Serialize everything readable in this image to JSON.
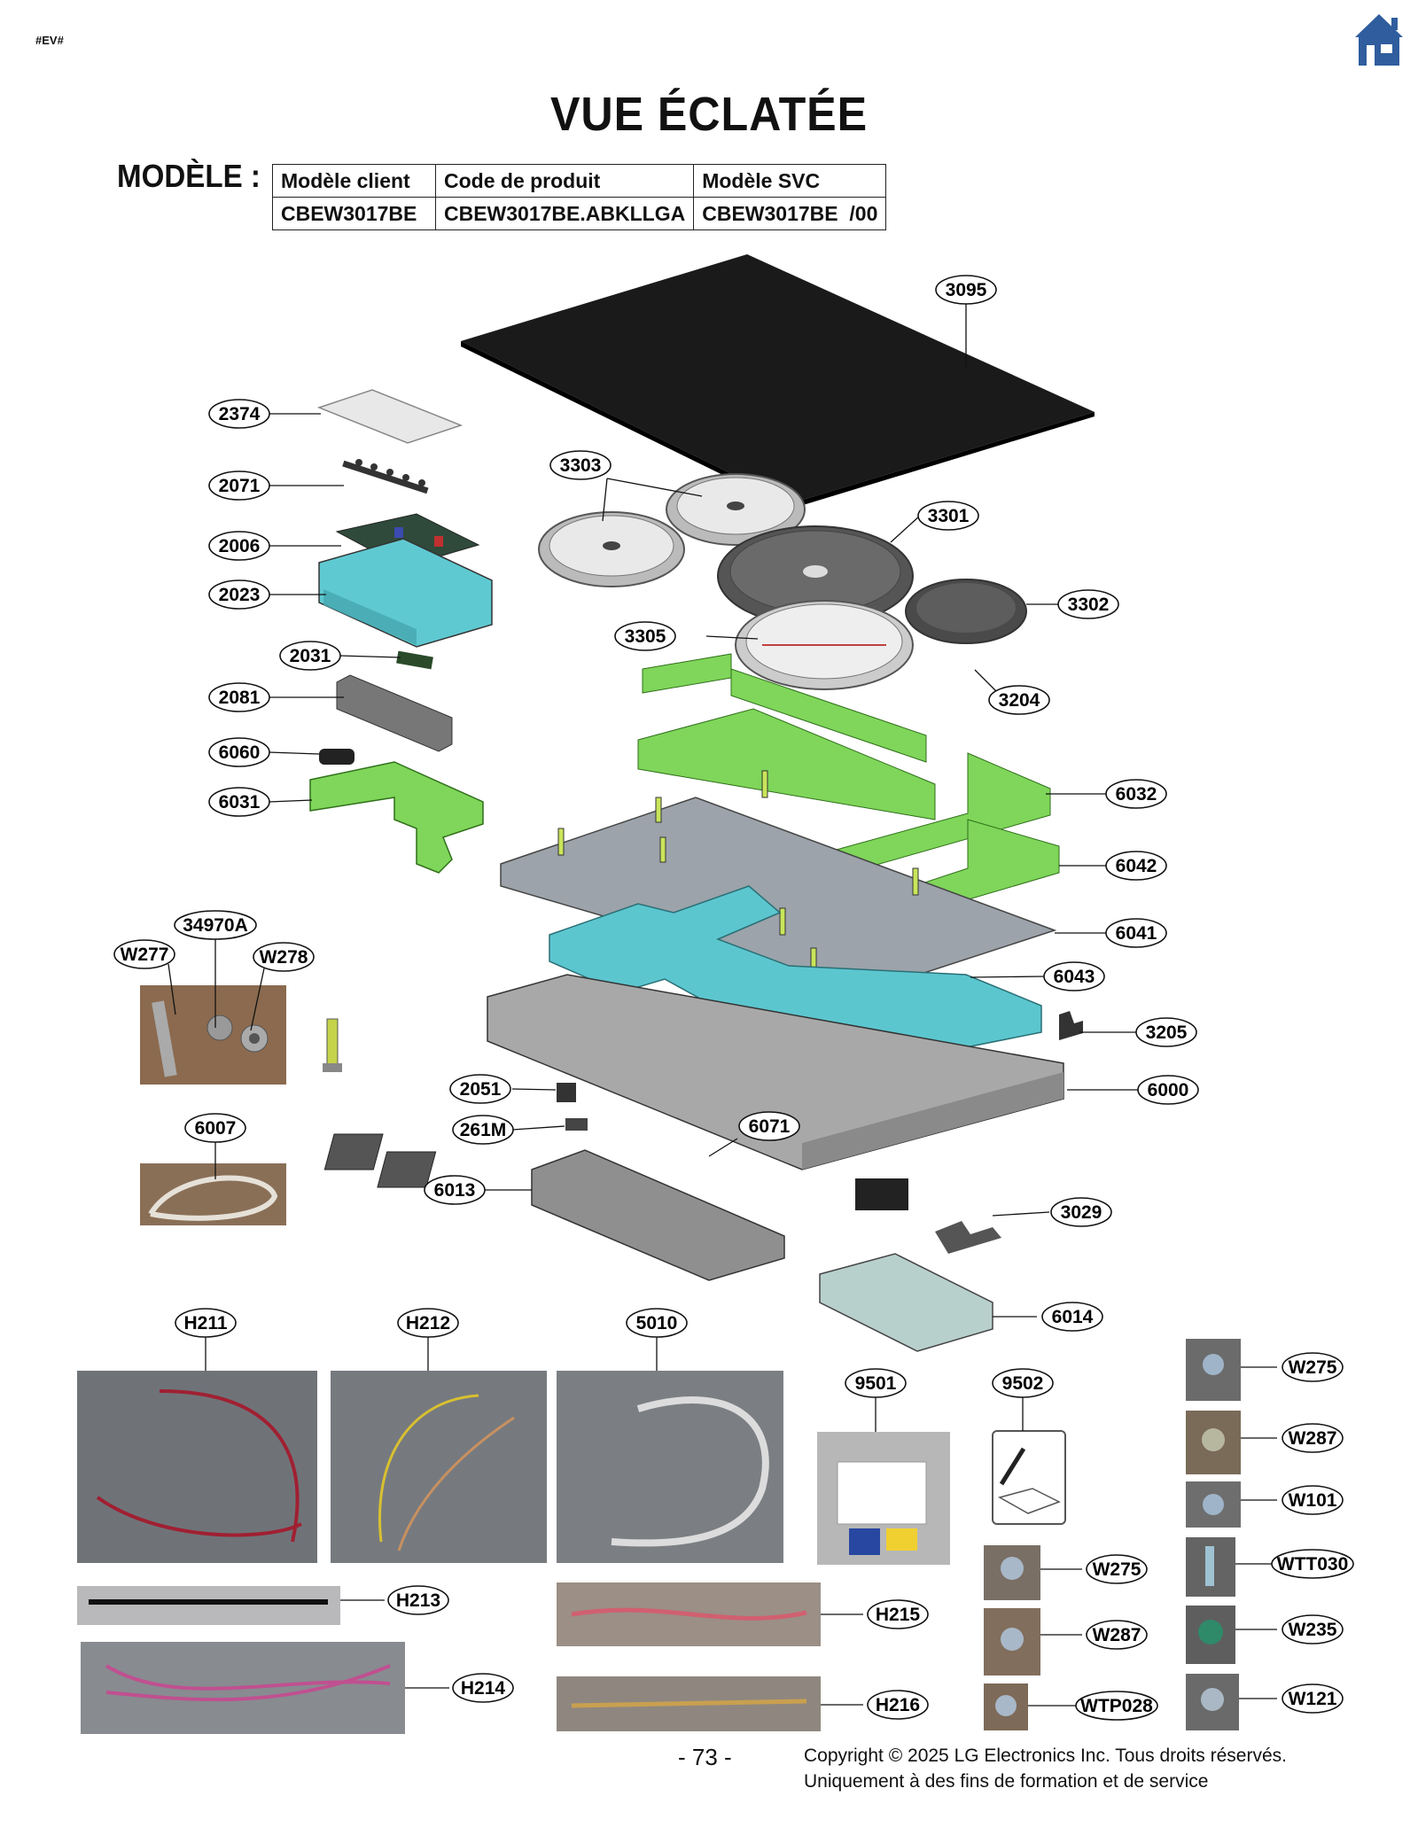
{
  "header": {
    "tag": "#EV#",
    "title": "VUE ÉCLATÉE",
    "home_icon": "home-icon"
  },
  "model": {
    "label": "MODÈLE :",
    "headers": [
      "Modèle client",
      "Code de produit",
      "Modèle SVC"
    ],
    "values": [
      "CBEW3017BE",
      "CBEW3017BE.ABKLLGA",
      "CBEW3017BE  /00"
    ]
  },
  "callouts": [
    "3095",
    "2374",
    "2071",
    "2006",
    "2023",
    "2031",
    "2081",
    "6060",
    "6031",
    "3303",
    "3301",
    "3302",
    "3305",
    "3204",
    "6032",
    "6042",
    "6041",
    "6043",
    "3205",
    "6000",
    "34970A",
    "W277",
    "W278",
    "6007",
    "2051",
    "261M",
    "6071",
    "6013",
    "3029",
    "6014",
    "H211",
    "H212",
    "5010",
    "9501",
    "9502",
    "H213",
    "H215",
    "H214",
    "H216",
    "W275",
    "W287",
    "W101",
    "WTT030",
    "W235",
    "W121",
    "WTP028"
  ],
  "footer": {
    "page": "- 73 -",
    "copyright": "Copyright © 2025 LG Electronics Inc. Tous droits réservés.",
    "usage": "Uniquement à des fins de formation et de service"
  }
}
